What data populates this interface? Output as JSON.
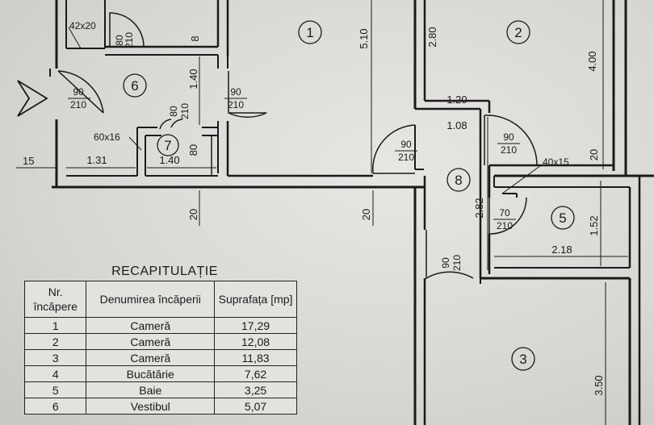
{
  "rooms": [
    {
      "id": "room-1",
      "label": "1"
    },
    {
      "id": "room-2",
      "label": "2"
    },
    {
      "id": "room-3",
      "label": "3"
    },
    {
      "id": "room-5",
      "label": "5"
    },
    {
      "id": "room-6",
      "label": "6"
    },
    {
      "id": "room-7",
      "label": "7"
    },
    {
      "id": "room-8",
      "label": "8"
    }
  ],
  "dimensions": {
    "d42x20": "42x20",
    "d8": "8",
    "d510": "5.10",
    "d280": "2.80",
    "d400": "4.00",
    "d120": "1.20",
    "d108": "1.08",
    "d140v": "1.40",
    "d60x16": "60x16",
    "d140h": "1.40",
    "d80": "80",
    "d15": "15",
    "d131": "1.31",
    "d20a": "20",
    "d20b": "20",
    "d20c": "20",
    "d40x15": "40x15",
    "d282": "2.82",
    "d152": "1.52",
    "d218": "2.18",
    "d350": "3.50"
  },
  "doors": {
    "door_top_w": "80",
    "door_top_h": "210",
    "door_entry_w": "90",
    "door_entry_h": "210",
    "door_mid_w": "90",
    "door_mid_h": "210",
    "door_7_w": "80",
    "door_7_h": "210",
    "door_r1_w": "90",
    "door_r1_h": "210",
    "door_r2_w": "90",
    "door_r2_h": "210",
    "door_bath_w": "70",
    "door_bath_h": "210",
    "door_r3_w": "90",
    "door_r3_h": "210"
  },
  "recap": {
    "title": "RECAPITULAȚIE",
    "headers": {
      "nr": "Nr. încăpere",
      "name": "Denumirea încăperii",
      "area": "Suprafața [mp]"
    },
    "rows": [
      {
        "nr": "1",
        "name": "Cameră",
        "area": "17,29"
      },
      {
        "nr": "2",
        "name": "Cameră",
        "area": "12,08"
      },
      {
        "nr": "3",
        "name": "Cameră",
        "area": "11,83"
      },
      {
        "nr": "4",
        "name": "Bucătărie",
        "area": "7,62"
      },
      {
        "nr": "5",
        "name": "Baie",
        "area": "3,25"
      },
      {
        "nr": "6",
        "name": "Vestibul",
        "area": "5,07"
      }
    ]
  }
}
